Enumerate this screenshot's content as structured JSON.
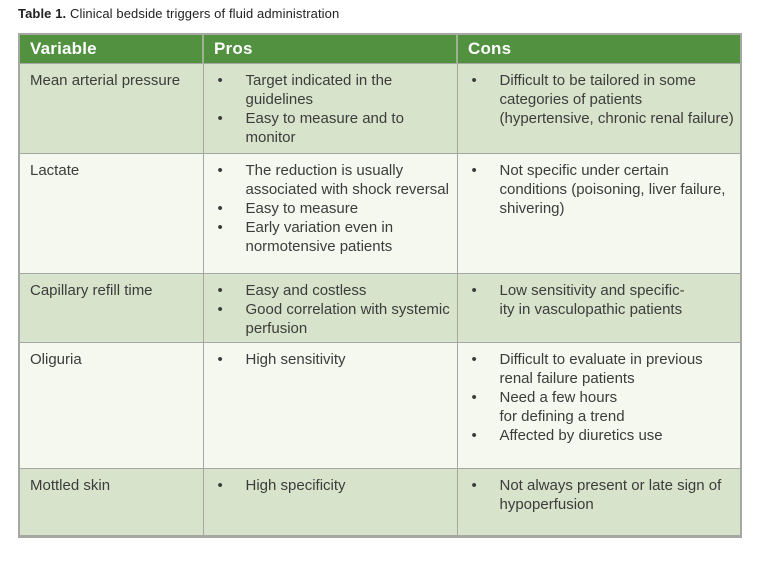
{
  "caption": {
    "label": "Table 1.",
    "text": " Clinical bedside triggers of fluid administration"
  },
  "table": {
    "headers": [
      "Variable",
      "Pros",
      "Cons"
    ],
    "rows": [
      {
        "variable": "Mean arterial pressure",
        "pros": [
          "Target indicated in the guidelines",
          "Easy to measure and to monitor"
        ],
        "cons": [
          "Difficult to be tailored in some categories of patients (hypertensive, chronic renal failure)"
        ]
      },
      {
        "variable": "Lactate",
        "pros": [
          "The reduction is usually associated with shock reversal",
          "Easy to measure",
          "Early variation even in normotensive patients"
        ],
        "cons": [
          "Not specific under certain conditions (poisoning, liver failure, shivering)"
        ]
      },
      {
        "variable": "Capillary refill time",
        "pros": [
          "Easy and costless",
          "Good correlation with systemic perfusion"
        ],
        "cons": [
          "Low sensitivity and specific-\nity in vasculopathic patients"
        ]
      },
      {
        "variable": "Oliguria",
        "pros": [
          "High sensitivity"
        ],
        "cons": [
          "Difficult to evaluate in previous renal failure patients",
          "Need a few hours\nfor defining a trend",
          "Affected by diuretics use"
        ]
      },
      {
        "variable": "Mottled skin",
        "pros": [
          "High specificity"
        ],
        "cons": [
          "Not always present or late sign of hypoperfusion"
        ]
      }
    ]
  },
  "colors": {
    "header_green": "#519140",
    "row_light_green": "#d7e3ca",
    "row_off_white": "#f4f8ee",
    "border_gray": "#a5a8a2",
    "text_dark": "#3c3c3c"
  },
  "icons": {
    "bullet": "•"
  }
}
